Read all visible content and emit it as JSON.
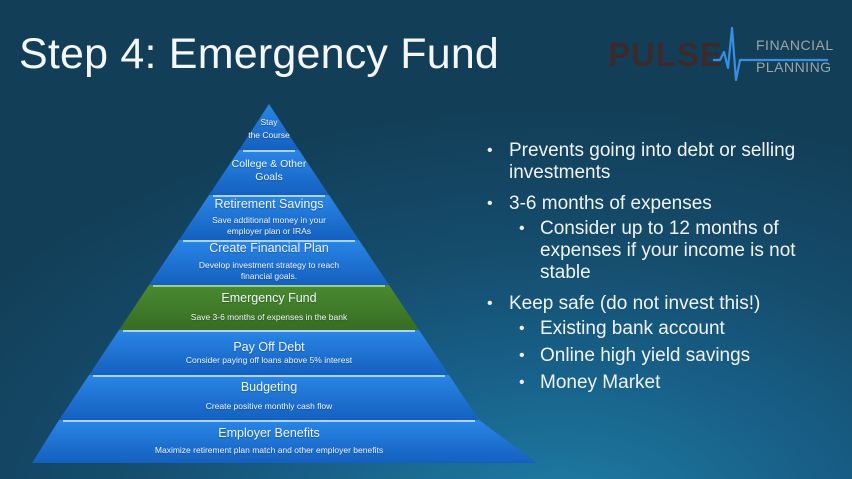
{
  "slide": {
    "title": "Step 4: Emergency Fund"
  },
  "logo": {
    "wordmark": "PULSE",
    "line1": "FINANCIAL",
    "line2": "PLANNING",
    "icon": "heartbeat-pulse-line-icon",
    "colors": {
      "wordmark": "#3b2a2c",
      "pulse": "#3a8ee0",
      "text": "#9aa6ae"
    }
  },
  "pyramid": {
    "colors": {
      "tier": "#1a6fd0",
      "highlight": "#3f7a2a",
      "separator": "#a9d4ff"
    },
    "tiers": [
      {
        "title": "Stay",
        "subtitle": "the Course",
        "highlight": false
      },
      {
        "title": "College & Other",
        "subtitle": "Goals",
        "highlight": false
      },
      {
        "title": "Retirement Savings",
        "subtitle": "Save additional money in your employer plan or IRAs",
        "highlight": false
      },
      {
        "title": "Create Financial Plan",
        "subtitle": "Develop investment strategy to reach financial goals.",
        "highlight": false
      },
      {
        "title": "Emergency Fund",
        "subtitle": "Save 3-6 months of expenses in the bank",
        "highlight": true
      },
      {
        "title": "Pay Off Debt",
        "subtitle": "Consider paying off loans above 5% interest",
        "highlight": false
      },
      {
        "title": "Budgeting",
        "subtitle": "Create positive monthly cash flow",
        "highlight": false
      },
      {
        "title": "Employer Benefits",
        "subtitle": "Maximize retirement plan match and other employer benefits",
        "highlight": false
      }
    ]
  },
  "bullets": [
    {
      "level": 1,
      "text": "Prevents going into debt or selling investments"
    },
    {
      "level": 1,
      "text": "3-6 months of expenses"
    },
    {
      "level": 2,
      "text": "Consider up to 12 months of expenses if your income is not stable"
    },
    {
      "level": 1,
      "text": "Keep safe (do not invest this!)"
    },
    {
      "level": 2,
      "text": "Existing bank account"
    },
    {
      "level": 2,
      "text": "Online high yield savings"
    },
    {
      "level": 2,
      "text": "Money Market"
    }
  ]
}
